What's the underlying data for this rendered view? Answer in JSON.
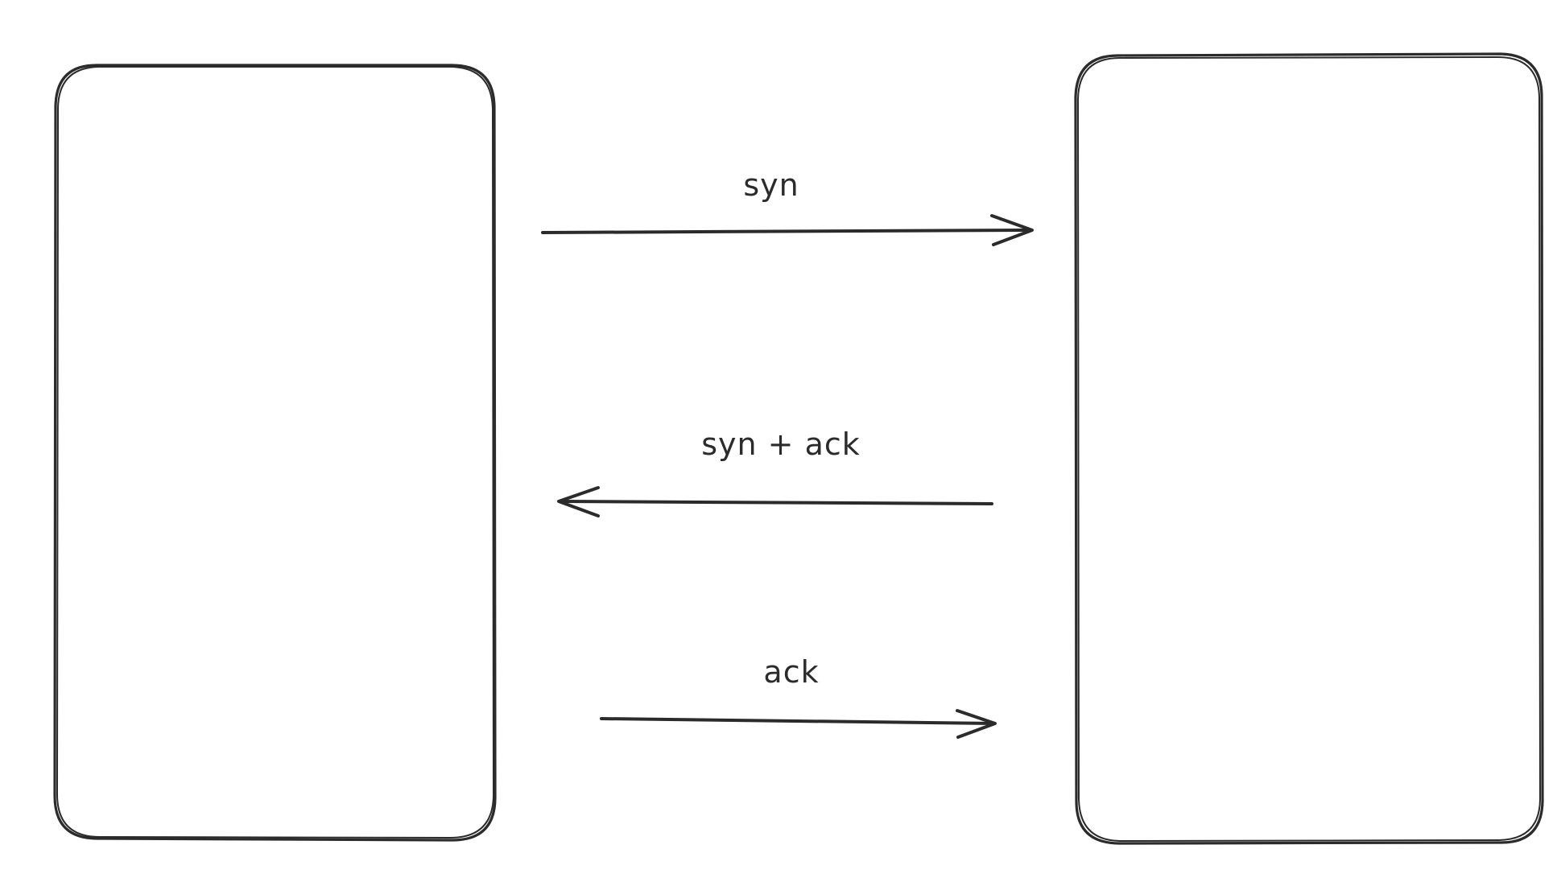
{
  "diagram": {
    "nodes": [
      {
        "id": "left-box",
        "label": ""
      },
      {
        "id": "right-box",
        "label": ""
      }
    ],
    "messages": [
      {
        "id": "syn",
        "label": "syn",
        "from": "left-box",
        "to": "right-box"
      },
      {
        "id": "syn-ack",
        "label": "syn + ack",
        "from": "right-box",
        "to": "left-box"
      },
      {
        "id": "ack",
        "label": "ack",
        "from": "left-box",
        "to": "right-box"
      }
    ]
  },
  "colors": {
    "stroke": "#2b2b2b",
    "background": "#ffffff"
  }
}
